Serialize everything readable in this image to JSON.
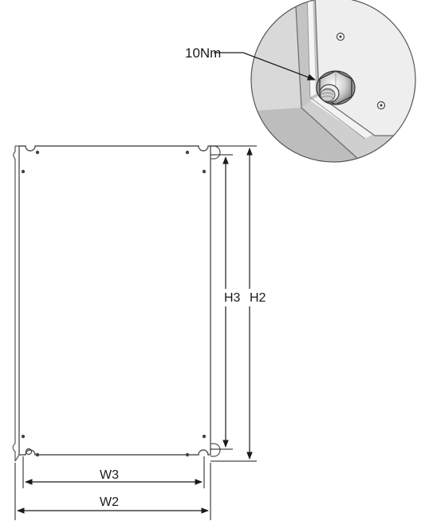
{
  "labels": {
    "torque": "10Nm",
    "h3": "H3",
    "h2": "H2",
    "w3": "W3",
    "w2": "W2"
  },
  "colors": {
    "line": "#1a1a1a",
    "panel_stroke": "#555555",
    "detail_fill_light": "#f2f2f2",
    "detail_fill_mid": "#d8d8d8",
    "detail_fill_dark": "#b8b8b8",
    "hole": "#444444"
  }
}
